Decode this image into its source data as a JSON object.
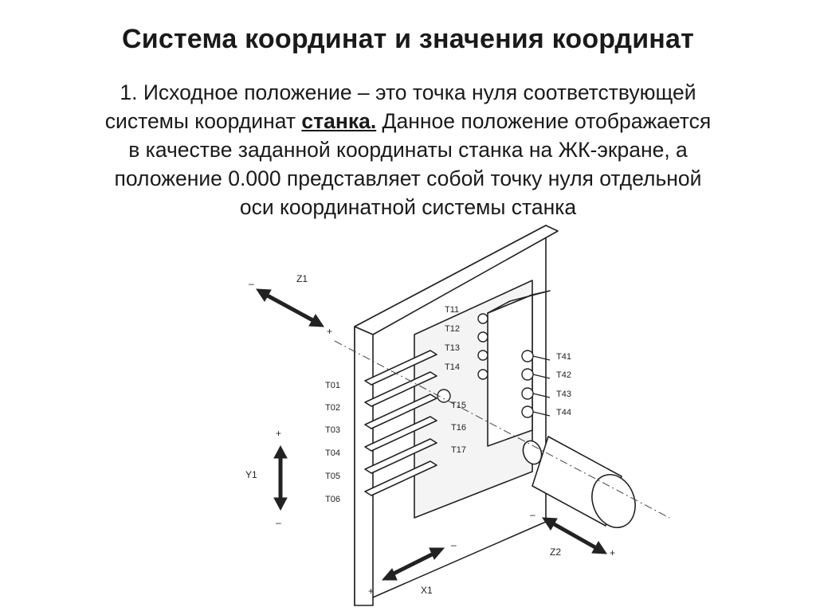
{
  "slide": {
    "title": "Система координат и значения координат",
    "body": {
      "p1": "1. Исходное положение – это точка нуля соответствующей",
      "p2a": "системы координат ",
      "p2b": "станка.",
      "p2c": " Данное положение отображается",
      "p3": "в качестве заданной координаты станка на ЖК-экране, а",
      "p4": "положение 0.000 представляет собой точку нуля отдельной",
      "p5": "оси координатной системы станка"
    }
  },
  "figure": {
    "axes": {
      "z1": "Z1",
      "y1": "Y1",
      "x1": "X1",
      "z2": "Z2",
      "plus": "+",
      "minus": "–"
    },
    "turret_left_tools": [
      "T01",
      "T02",
      "T03",
      "T04",
      "T05",
      "T06"
    ],
    "turret_center_tools": [
      "T11",
      "T12",
      "T13",
      "T14",
      "T15",
      "T16",
      "T17"
    ],
    "turret_right_tools": [
      "T41",
      "T42",
      "T43",
      "T44"
    ]
  }
}
